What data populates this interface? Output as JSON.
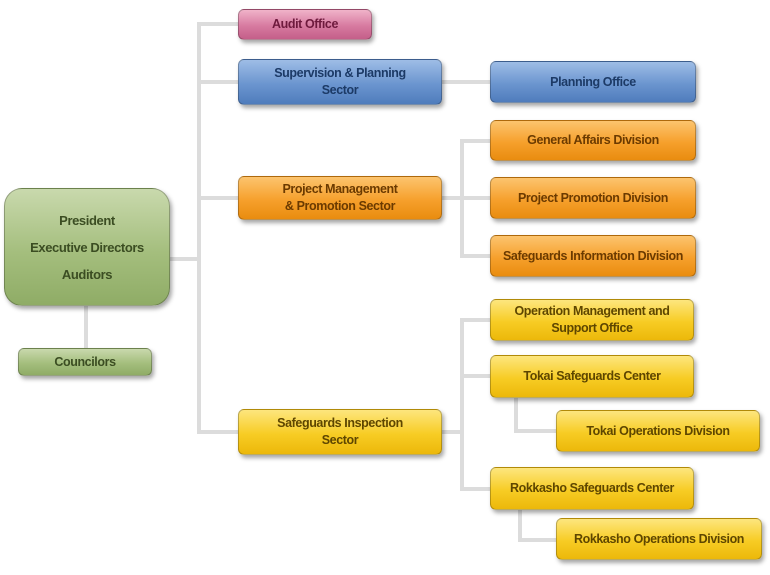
{
  "leadership": {
    "president": "President",
    "executive_directors": "Executive Directors",
    "auditors": "Auditors"
  },
  "councilors": "Councilors",
  "audit_office": "Audit Office",
  "supervision_sector": "Supervision & Planning\nSector",
  "planning_office": "Planning Office",
  "project_sector": "Project Management\n& Promotion Sector",
  "general_affairs": "General Affairs Division",
  "project_promotion": "Project Promotion Division",
  "safeguards_information": "Safeguards Information Division",
  "inspection_sector": "Safeguards Inspection\nSector",
  "operation_management": "Operation Management and\nSupport Office",
  "tokai_center": "Tokai Safeguards Center",
  "tokai_operations": "Tokai Operations Division",
  "rokkasho_center": "Rokkasho Safeguards Center",
  "rokkasho_operations": "Rokkasho Operations Division",
  "colors": {
    "audit": "#d77aa0",
    "planning": "#6b95cf",
    "promotion": "#f6a02c",
    "inspection": "#f7cc24",
    "leadership": "#a4be7d",
    "connector": "#dcdcdc"
  }
}
